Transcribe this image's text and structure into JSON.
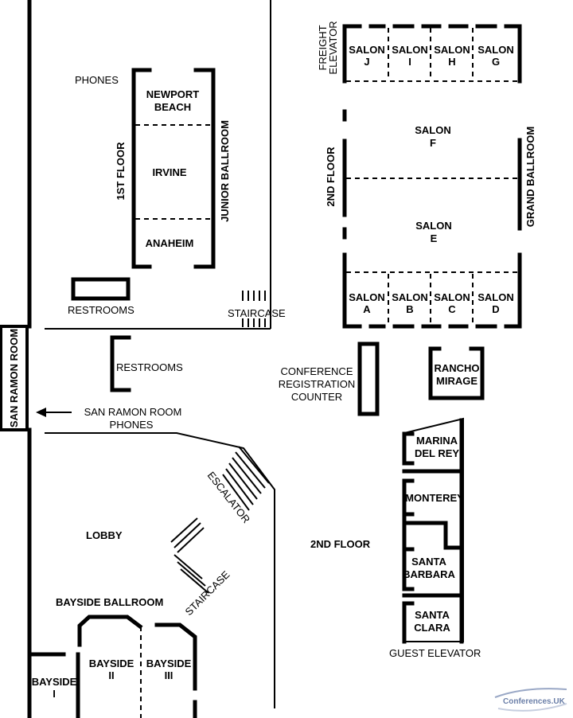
{
  "rooms": {
    "newport_beach": [
      "NEWPORT",
      "BEACH"
    ],
    "irvine": "IRVINE",
    "anaheim": "ANAHEIM",
    "salon_j": [
      "SALON",
      "J"
    ],
    "salon_i": [
      "SALON",
      "I"
    ],
    "salon_h": [
      "SALON",
      "H"
    ],
    "salon_g": [
      "SALON",
      "G"
    ],
    "salon_f": [
      "SALON",
      "F"
    ],
    "salon_e": [
      "SALON",
      "E"
    ],
    "salon_a": [
      "SALON",
      "A"
    ],
    "salon_b": [
      "SALON",
      "B"
    ],
    "salon_c": [
      "SALON",
      "C"
    ],
    "salon_d": [
      "SALON",
      "D"
    ],
    "rancho_mirage": [
      "RANCHO",
      "MIRAGE"
    ],
    "marina_del_rey": [
      "MARINA",
      "DEL REY"
    ],
    "monterey": "MONTEREY",
    "santa_barbara": [
      "SANTA",
      "BARBARA"
    ],
    "santa_clara": [
      "SANTA",
      "CLARA"
    ],
    "bayside_i": [
      "BAYSIDE",
      "I"
    ],
    "bayside_ii": [
      "BAYSIDE",
      "II"
    ],
    "bayside_iii": [
      "BAYSIDE",
      "III"
    ]
  },
  "labels": {
    "phones": "PHONES",
    "first_floor": "1ST FLOOR",
    "junior_ballroom": "JUNIOR BALLROOM",
    "freight_elevator": [
      "FREIGHT",
      "ELEVATOR"
    ],
    "second_floor_vertical": "2ND FLOOR",
    "grand_ballroom": "GRAND BALLROOM",
    "restrooms_top": "RESTROOMS",
    "staircase_top": "STAIRCASE",
    "restrooms_mid": "RESTROOMS",
    "san_ramon_room": "SAN RAMON ROOM",
    "san_ramon_phones": [
      "SAN RAMON ROOM",
      "PHONES"
    ],
    "conference_registration": [
      "CONFERENCE",
      "REGISTRATION",
      "COUNTER"
    ],
    "escalator": "ESCALATOR",
    "lobby": "LOBBY",
    "second_floor": "2ND FLOOR",
    "staircase_bottom": "STAIRCASE",
    "bayside_ballroom": "BAYSIDE BALLROOM",
    "guest_elevator": "GUEST ELEVATOR"
  },
  "watermark": "Conferences.UK",
  "colors": {
    "walls": "#000000",
    "background": "#ffffff",
    "watermark": "#6b7fa8"
  }
}
